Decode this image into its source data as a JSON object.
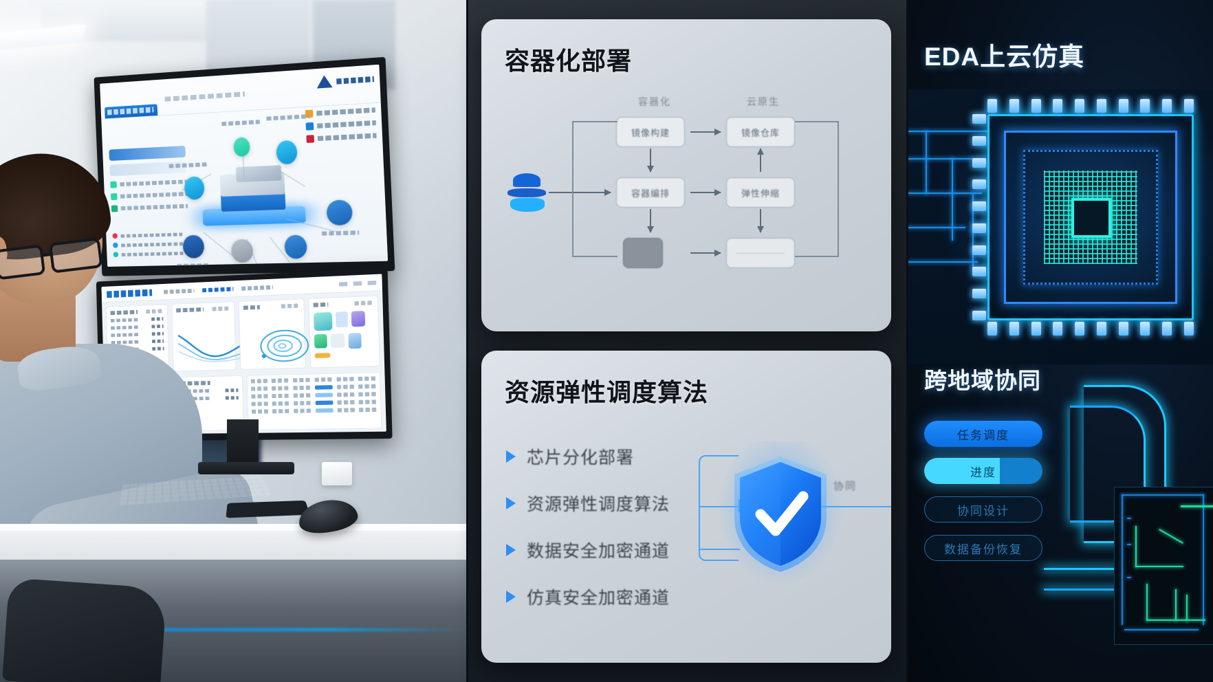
{
  "scene": {
    "left_photo": {
      "name": "engineer-at-workstation-photo",
      "subject": "engineer working at dual-monitor workstation",
      "top_monitor": {
        "name": "top-monitor-infographic",
        "tab_label": "",
        "legend": [
          {
            "color": "#f0a020",
            "label": ""
          },
          {
            "color": "#1a7fe0",
            "label": ""
          },
          {
            "color": "#d0213a",
            "label": ""
          }
        ],
        "nodes": [
          "teal",
          "cyan",
          "blue",
          "dblue",
          "grey",
          "blue"
        ]
      },
      "bottom_monitor": {
        "name": "bottom-monitor-dashboard",
        "cards": [
          "",
          "",
          "",
          ""
        ]
      }
    },
    "middle": {
      "cards": [
        {
          "id": "containerized-deployment",
          "title": "容器化部署",
          "column_labels": [
            "容器化",
            "云原生"
          ],
          "boxes": [
            "镜像构建",
            "镜像仓库",
            "容器编排",
            "弹性伸缩",
            "",
            ""
          ]
        },
        {
          "id": "resource-elastic-scheduling",
          "title": "资源弹性调度算法",
          "bullets": [
            "芯片分化部署",
            "资源弹性调度算法",
            "数据安全加密通道",
            "仿真安全加密通道"
          ],
          "side_label": "协同",
          "center_icon": "shield-check-icon"
        }
      ]
    },
    "right": {
      "title": "EDA上云仿真",
      "subtitle": "跨地域协同",
      "pills": [
        {
          "id": "pill-task",
          "label": "任务调度",
          "state": "active"
        },
        {
          "id": "pill-progress",
          "label": "进度",
          "state": "progress"
        },
        {
          "id": "pill-sync",
          "label": "协同设计",
          "state": "idle"
        },
        {
          "id": "pill-backup",
          "label": "数据备份恢复",
          "state": "idle"
        }
      ],
      "chip_graphic": "glowing-cpu-chip",
      "cad_panel": "schematic-preview"
    }
  },
  "colors": {
    "accent_blue": "#1f8cff",
    "neon_cyan": "#18c6ff",
    "card_bg": "#ccd3da",
    "dark_bg": "#07111d",
    "text_dark": "#111418",
    "text_light": "#f2f7fc"
  }
}
